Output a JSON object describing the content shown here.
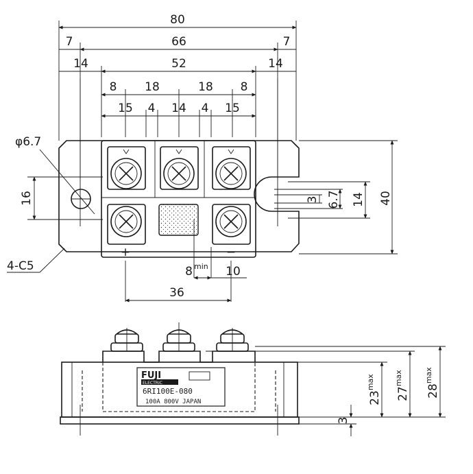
{
  "top_view": {
    "dims": {
      "total_width": "80",
      "edge_left": "7",
      "mount_span": "66",
      "edge_right": "7",
      "flange_left": "14",
      "body_width": "52",
      "flange_right": "14",
      "pitch_a": "8",
      "pitch_b": "18",
      "pitch_c": "18",
      "pitch_d": "8",
      "terminal_1": "15",
      "gap_1": "4",
      "terminal_2": "14",
      "gap_2": "4",
      "terminal_3": "15",
      "hole_dia": "φ6.7",
      "left_height": "16",
      "slot_gap": "3",
      "slot_width": "6.7",
      "slot_span": "14",
      "total_height": "40",
      "chamfer": "4-C5",
      "min_gap_value": "8",
      "min_gap_suffix": "min",
      "terminal_pitch": "10",
      "plus_to_minus": "36"
    },
    "terminal_marks": {
      "plus": "+",
      "minus": "−"
    }
  },
  "side_view": {
    "label": {
      "brand": "FUJI",
      "brand_sub": "ELECTRIC",
      "part_number": "6RI100E-080",
      "rating": "100A 800V JAPAN"
    },
    "dims": {
      "h1": "23",
      "h2": "27",
      "h3": "28",
      "max_suffix": "max",
      "base": "3"
    }
  }
}
